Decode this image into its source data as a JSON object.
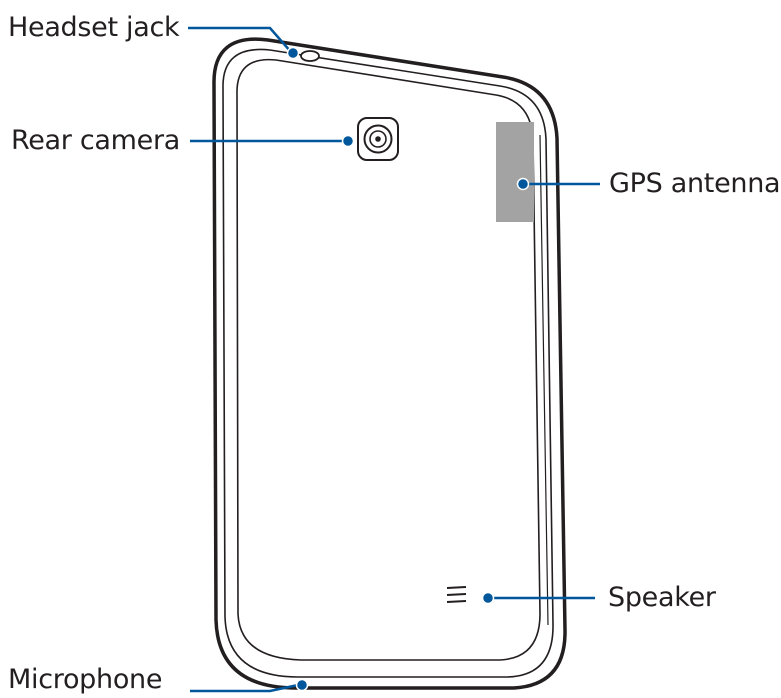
{
  "labels": {
    "headset_jack": "Headset jack",
    "rear_camera": "Rear camera",
    "gps_antenna": "GPS antenna",
    "speaker": "Speaker",
    "microphone": "Microphone"
  },
  "colors": {
    "outline": "#231f20",
    "callout": "#00579c",
    "antenna": "#a3a3a3",
    "device_fill": "#ffffff"
  }
}
